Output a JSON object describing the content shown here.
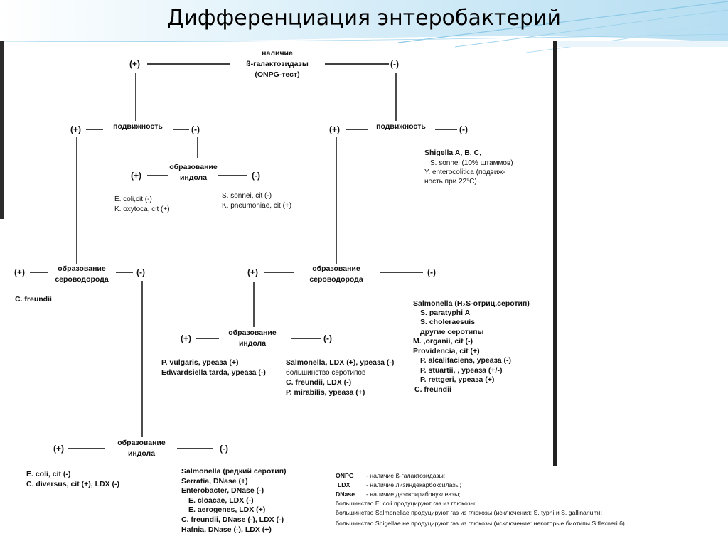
{
  "title": "Дифференциация энтеробактерий",
  "signs": {
    "pos": "(+)",
    "neg": "(-)"
  },
  "nodes": {
    "onpg": [
      "наличие",
      "ß-галактозидазы",
      "(ONPG-тест)"
    ],
    "motility": "подвижность",
    "indole": [
      "образование",
      "индола"
    ],
    "h2s": [
      "образование",
      "сероводорода"
    ]
  },
  "results": {
    "onpg_pos_motile_indole_pos": [
      "E. coli,cit (-)",
      "K. oxytoca, cit (+)"
    ],
    "onpg_pos_motile_indole_neg": [
      "S. sonnei, cit (-)",
      "K. pneumoniae, cit (+)"
    ],
    "onpg_pos_nonmotile_h2s_pos": [
      "C. freundii"
    ],
    "onpg_neg_nonmotile": [
      "Shigella A, B, C,",
      "S. sonnei (10% штаммов)",
      "Y. enterocolitica (подвиж-",
      "ность при 22°C)"
    ],
    "h2s_pos_indole_pos": [
      "P. vulgaris, уреаза (+)",
      "Edwardsiella tarda, уреаза (-)"
    ],
    "h2s_pos_indole_neg": [
      "Salmonella, LDX (+), уреаза (-)",
      "большинство серотипов",
      "C. freundii, LDX (-)",
      "P. mirabilis, уреаза (+)"
    ],
    "h2s_neg": [
      "Salmonella (H₂S-отриц.серотип)",
      "S. paratyphi A",
      "S. choleraesuis",
      "другие серотипы",
      "M. ,organii, cit (-)",
      "Providencia, cit (+)",
      "P. alcalifaciens, уреаза (-)",
      "P. stuartii, , уреаза (+/-)",
      "P. rettgeri, уреаза (+)",
      "C. freundii"
    ],
    "bottom_indole_pos": [
      "E. coli, cit (-)",
      "C. diversus, cit (+), LDX (-)"
    ],
    "bottom_indole_neg": [
      "Salmonella (редкий серотип)",
      "Serratia, DNase (+)",
      "Enterobacter, DNase (-)",
      "E. cloacae, LDX (-)",
      "E. aerogenes, LDX (+)",
      "C. freundii, DNase (-), LDX (-)",
      "Hafnia, DNase (-), LDX (+)"
    ]
  },
  "legend": [
    [
      "ONPG",
      "- наличие ß-галактозидазы;"
    ],
    [
      "LDX",
      "- наличие лизиндекарбоксилазы;"
    ],
    [
      "DNase",
      "- наличие дезоксирибонуклеазы;"
    ],
    [
      "",
      "большинство E. coli продуцируют газ из глюкозы;"
    ],
    [
      "",
      "большинство Salmonellae продуцируют газ из глюкозы (исключения: S. typhi и S. gallinarium);"
    ],
    [
      "",
      "большинство Shigellae не продуцируют газ из глюкозы (исключение: некоторые биотипы S.flexneri 6)."
    ]
  ]
}
